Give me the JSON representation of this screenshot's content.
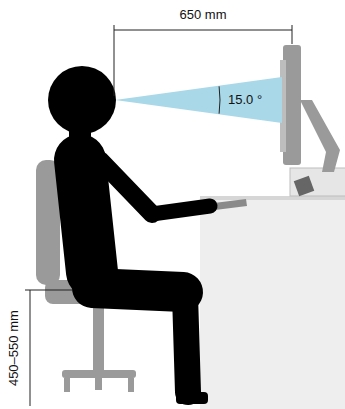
{
  "diagram": {
    "labels": [
      "650 mm",
      "15.0 °",
      "450–550 mm"
    ]
  }
}
